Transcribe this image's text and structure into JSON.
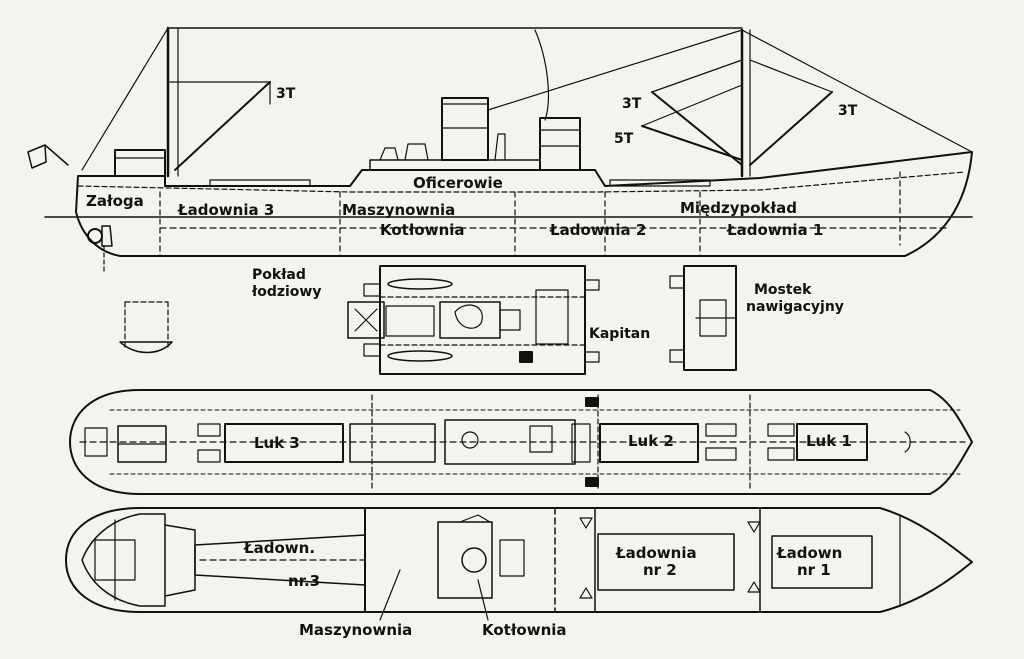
{
  "diagram": {
    "profile": {
      "zaloga": "Załoga",
      "ladownia3": "Ładownia 3",
      "maszynownia": "Maszynownia",
      "oficerowie": "Oficerowie",
      "kotlownia": "Kotłownia",
      "ladownia2": "Ładownia 2",
      "miedzypoklad": "Międzypokład",
      "ladownia1": "Ładownia 1",
      "boom_aft": "3T",
      "boom_fwd_left_top": "3T",
      "boom_fwd_left_bottom": "5T",
      "boom_fwd_right": "3T"
    },
    "boat_deck": {
      "title_line1": "Pokład",
      "title_line2": "łodziowy",
      "kapitan": "Kapitan",
      "bridge_line1": "Mostek",
      "bridge_line2": "nawigacyjny"
    },
    "main_deck": {
      "luk3": "Luk 3",
      "luk2": "Luk 2",
      "luk1": "Luk 1"
    },
    "hold_plan": {
      "ladown_line1": "Ładown.",
      "ladown_line2": "nr.3",
      "ladownia_nr2_line1": "Ładownia",
      "ladownia_nr2_line2": "nr 2",
      "ladown_nr1_line1": "Ładown",
      "ladown_nr1_line2": "nr 1",
      "maszynownia": "Maszynownia",
      "kotlownia": "Kotłownia"
    }
  }
}
